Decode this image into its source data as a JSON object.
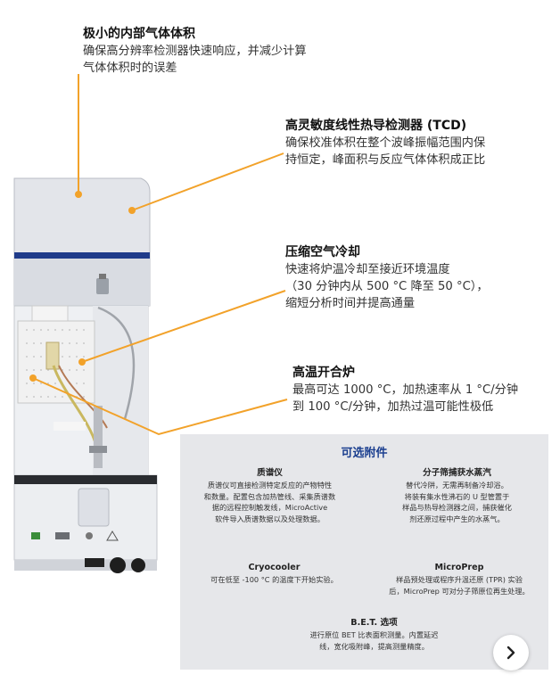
{
  "callouts": [
    {
      "title": "极小的内部气体体积",
      "lines": [
        "确保高分辨率检测器快速响应，并减少计算",
        "气体体积时的误差"
      ]
    },
    {
      "title": "高灵敏度线性热导检测器 (TCD)",
      "lines": [
        "确保校准体积在整个波峰振幅范围内保",
        "持恒定，峰面积与反应气体体积成正比"
      ]
    },
    {
      "title": "压缩空气冷却",
      "lines": [
        "快速将炉温冷却至接近环境温度",
        "（30 分钟内从 500 °C 降至 50 °C），",
        "缩短分析时间并提高通量"
      ]
    },
    {
      "title": "高温开合炉",
      "lines": [
        "最高可达 1000 °C，加热速率从 1 °C/分钟",
        "到 100 °C/分钟，加热过温可能性极低"
      ]
    }
  ],
  "panel": {
    "title": "可选附件",
    "items": [
      {
        "name": "质谱仪",
        "lines": [
          "质谱仪可直接检测特定反应的产物特性",
          "和数量。配置包含加热管线、采集质谱数",
          "据的远程控制触发线，MicroActive",
          "软件导入质谱数据以及处理数据。"
        ]
      },
      {
        "name": "分子筛捕获水蒸汽",
        "lines": [
          "替代冷阱，无需再制备冷却浴。",
          "将装有集水性沸石的 U 型管置于",
          "样品与热导检测器之间，捕获催化",
          "剂还原过程中产生的水蒸气。"
        ]
      },
      {
        "name": "Cryocooler",
        "lines": [
          "可在低至 -100 °C 的温度下开始实验。"
        ]
      },
      {
        "name": "MicroPrep",
        "lines": [
          "样品预处理或程序升温还原 (TPR) 实验",
          "后，MicroPrep 可对分子筛原位再生处理。"
        ]
      },
      {
        "name": "B.E.T. 选项",
        "lines": [
          "进行原位 BET 比表面积测量。内置延迟",
          "线，宽化吸附峰，提高测量精度。"
        ]
      }
    ]
  },
  "colors": {
    "accent": "#f2a22a",
    "panel_bg": "#e6e7ea",
    "title_blue": "#1b3f8f",
    "stripe": "#1f3b8a"
  },
  "icons": {
    "next": "chevron-right-icon"
  }
}
